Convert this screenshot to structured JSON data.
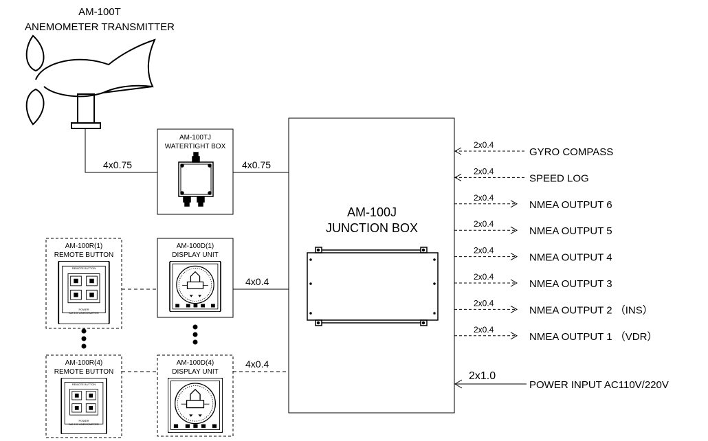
{
  "transmitter": {
    "model": "AM-100T",
    "name": "ANEMOMETER TRANSMITTER"
  },
  "watertight_box": {
    "model": "AM-100TJ",
    "name": "WATERTIGHT BOX"
  },
  "junction_box": {
    "model": "AM-100J",
    "name": "JUNCTION BOX"
  },
  "remote_button_1": {
    "model": "AM-100R(1)",
    "name": "REMOTE BUTTON"
  },
  "remote_button_4": {
    "model": "AM-100R(4)",
    "name": "REMOTE BUTTON"
  },
  "display_unit_1": {
    "model": "AM-100D(1)",
    "name": "DISPLAY UNIT"
  },
  "display_unit_4": {
    "model": "AM-100D(4)",
    "name": "DISPLAY UNIT"
  },
  "remote_panel_text": {
    "header": "REMOTE BUTTON",
    "footer_top": "POWER",
    "footer_bottom": "AM-100 ANEMOMETER"
  },
  "cables": {
    "transmitter_to_box": "4x0.75",
    "box_to_junction": "4x0.75",
    "display1_to_junction": "4x0.4",
    "display4_to_junction": "4x0.4"
  },
  "io": [
    {
      "cable": "2x0.4",
      "label": "GYRO COMPASS",
      "direction": "input"
    },
    {
      "cable": "2x0.4",
      "label": "SPEED LOG",
      "direction": "input"
    },
    {
      "cable": "2x0.4",
      "label": "NMEA OUTPUT 6",
      "direction": "output"
    },
    {
      "cable": "2x0.4",
      "label": "NMEA OUTPUT 5",
      "direction": "output"
    },
    {
      "cable": "2x0.4",
      "label": "NMEA OUTPUT 4",
      "direction": "output"
    },
    {
      "cable": "2x0.4",
      "label": "NMEA OUTPUT 3",
      "direction": "output"
    },
    {
      "cable": "2x0.4",
      "label": "NMEA OUTPUT 2 （INS）",
      "direction": "output"
    },
    {
      "cable": "2x0.4",
      "label": "NMEA OUTPUT 1 （VDR）",
      "direction": "output"
    }
  ],
  "power": {
    "cable": "2x1.0",
    "label": "POWER INPUT AC110V/220V"
  }
}
